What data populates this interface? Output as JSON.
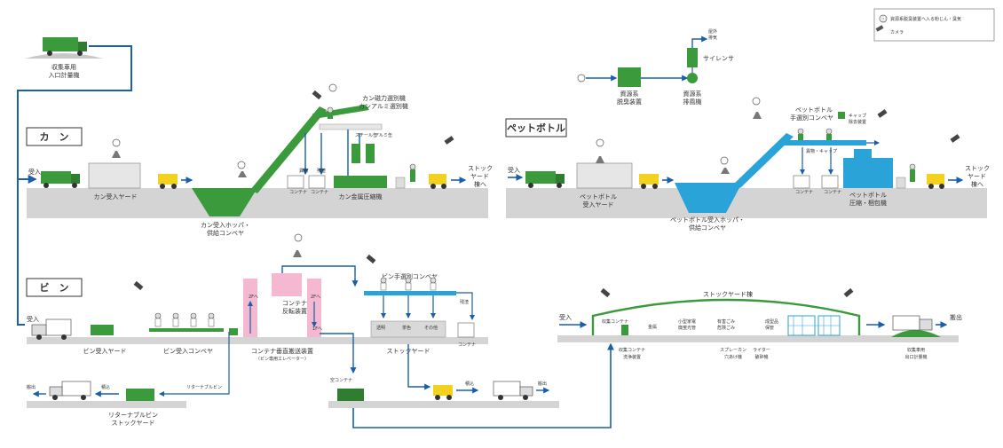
{
  "legend": {
    "symbol_c": "ⓒ",
    "deodorize_note": "資源系脱臭装置へ入る粉じん・臭気",
    "camera_label": "カメラ"
  },
  "top_left": {
    "entry_scale_label_1": "収集車用",
    "entry_scale_label_2": "入口計量機"
  },
  "can": {
    "section_title": "カ　ン",
    "in_label": "受入",
    "yard_label": "カン受入ヤード",
    "hopper_label_1": "カン受入ホッパ・",
    "hopper_label_2": "供給コンベヤ",
    "separator_label_1": "カン磁力選別機",
    "separator_label_2": "カンアルミ選別機",
    "steel_label": "スチール缶",
    "alum_label": "アルミ缶",
    "foreign_label": "異物",
    "remaining_label": "残渣",
    "container_1": "コンテナ",
    "container_2": "コンテナ",
    "press_label": "カン金属圧縮機",
    "out_label_1": "ストック",
    "out_label_2": "ヤード",
    "out_label_3": "棟へ"
  },
  "pet": {
    "section_title": "ペットボトル",
    "in_label": "受入",
    "yard_label_1": "ペットボトル",
    "yard_label_2": "受入ヤード",
    "hopper_label_1": "ペットボトル受入ホッパ・",
    "hopper_label_2": "供給コンベヤ",
    "hand_sort_label_1": "ペットボトル",
    "hand_sort_label_2": "手選別コンベヤ",
    "cap_remover_label_1": "キャップ",
    "cap_remover_label_2": "除去装置",
    "foreign_cap": "異物・キャップ",
    "container_1": "コンテナ",
    "container_2": "コンテナ",
    "press_label_1": "ペットボトル",
    "press_label_2": "圧縮・梱包機",
    "out_label_1": "ストック",
    "out_label_2": "ヤード",
    "out_label_3": "棟へ",
    "deodorizer_label_1": "資源系",
    "deodorizer_label_2": "脱臭装置",
    "fan_label_1": "資源系",
    "fan_label_2": "排風機",
    "silencer_label": "サイレンサ",
    "exhaust_label_1": "屋外",
    "exhaust_label_2": "排気"
  },
  "bin": {
    "section_title": "ビ　ン",
    "in_label": "受入",
    "yard_label": "ビン受入ヤード",
    "conveyor_label": "ビン受入コンベヤ",
    "flip_label_1": "コンテナ",
    "flip_label_2": "反転装置",
    "lift_label_1": "コンテナ垂直搬送装置",
    "lift_label_2": "（ビン専用エレベーター）",
    "floor_2f_a": "2Fへ",
    "floor_2f_b": "2Fへ",
    "floor_1f": "1Fへ",
    "sort_label": "ビン手選別コンベヤ",
    "remaining_label": "残渣",
    "stock_yard_label": "ストックヤード",
    "clear_label": "透明",
    "brown_label": "茶色",
    "other_label": "その他",
    "container_label": "コンテナ",
    "returnable_label": "リターナブルビン",
    "returnable_yard_1": "リターナブルビン",
    "returnable_yard_2": "ストックヤード",
    "empty_container": "空コンテナ",
    "out_label": "搬出",
    "load_label_1": "積込",
    "load_label_2": "積込",
    "out_label_2": "搬出"
  },
  "stock": {
    "building_label": "ストックヤード棟",
    "in_label": "受入",
    "collect_container": "収集コンテナ",
    "metal": "金属",
    "small_appliance_1": "小型家電",
    "small_appliance_2": "廃蛍光管",
    "dry_cell_1": "有害ごみ",
    "dry_cell_2": "危険ごみ",
    "large_1": "成型品",
    "large_2": "保管",
    "wash_label_1": "収集コンテナ",
    "wash_label_2": "洗浄装置",
    "spray_label_1": "スプレーカン",
    "spray_label_2": "穴あけ機",
    "lighter_label_1": "ライター",
    "lighter_label_2": "破砕機",
    "exit_scale_1": "収集車用",
    "exit_scale_2": "出口計量機",
    "out_label": "搬出"
  },
  "colors": {
    "flow": "#1a5fa8",
    "ground": "#d4d4d4",
    "green": "#3a9a3c",
    "pink": "#f4b8d0",
    "yellow": "#f2d21f",
    "cyan": "#2aa3d8"
  }
}
